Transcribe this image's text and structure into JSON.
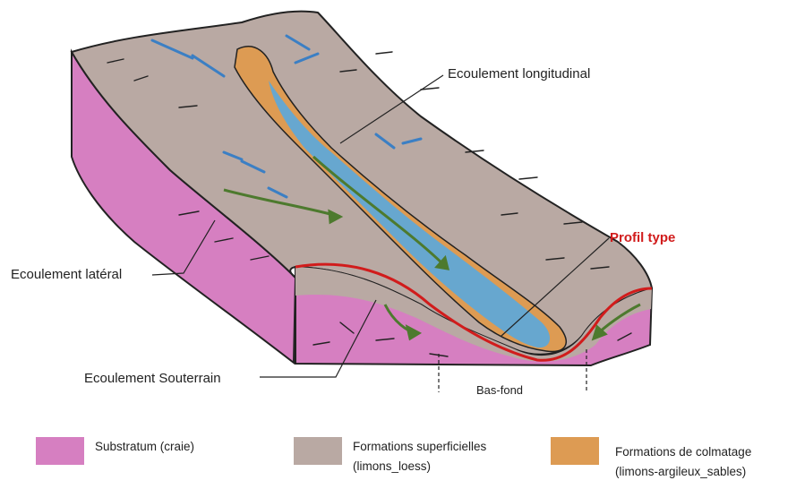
{
  "labels": {
    "longitudinal": "Ecoulement longitudinal",
    "profil": "Profil type",
    "lateral": "Ecoulement latéral",
    "souterrain": "Ecoulement Souterrain",
    "basfond": "Bas-fond"
  },
  "legend": [
    {
      "color": "#d67fc1",
      "line1": "Substratum (craie)",
      "line2": ""
    },
    {
      "color": "#b9a9a3",
      "line1": "Formations superficielles",
      "line2": "(limons_loess)"
    },
    {
      "color": "#dd9b53",
      "line1": "Formations de colmatage",
      "line2": "(limons-argileux_sables)"
    }
  ],
  "colors": {
    "substratum": "#d67fc1",
    "superficial": "#b9a9a3",
    "colmatage": "#dd9b53",
    "water": "#5aa9dd",
    "profile": "#d11c1c",
    "flow_arrow": "#4d7a2e"
  }
}
